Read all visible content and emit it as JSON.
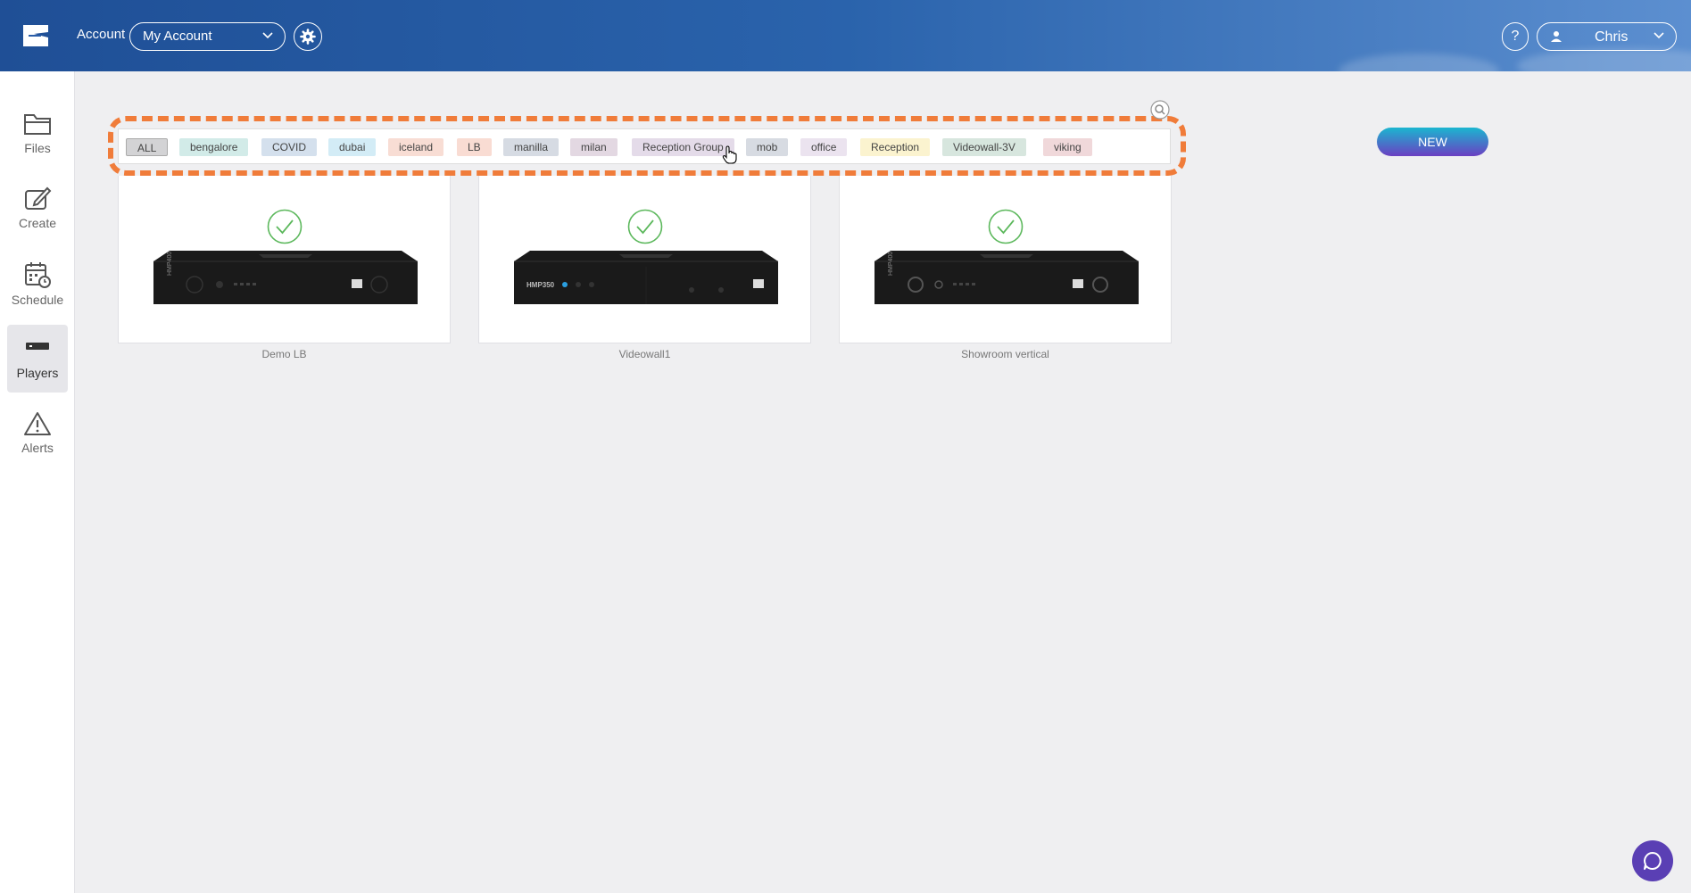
{
  "header": {
    "account_label": "Account",
    "account_value": "My Account",
    "help_label": "?",
    "user_name": "Chris"
  },
  "sidebar": {
    "items": [
      {
        "label": "Files",
        "icon": "folder-icon",
        "active": false
      },
      {
        "label": "Create",
        "icon": "edit-icon",
        "active": false
      },
      {
        "label": "Schedule",
        "icon": "calendar-clock-icon",
        "active": false
      },
      {
        "label": "Players",
        "icon": "player-device-icon",
        "active": true
      },
      {
        "label": "Alerts",
        "icon": "warning-icon",
        "active": false
      }
    ]
  },
  "filters": {
    "tags": [
      {
        "label": "ALL",
        "color": "#d3d3d5"
      },
      {
        "label": "bengalore",
        "color": "#d2ebe8"
      },
      {
        "label": "COVID",
        "color": "#d4e0ed"
      },
      {
        "label": "dubai",
        "color": "#d3ecf6"
      },
      {
        "label": "iceland",
        "color": "#f8ddd4"
      },
      {
        "label": "LB",
        "color": "#f9dcd3"
      },
      {
        "label": "manilla",
        "color": "#d6dbe3"
      },
      {
        "label": "milan",
        "color": "#e3d8e2"
      },
      {
        "label": "Reception Group",
        "color": "#e4dbe9"
      },
      {
        "label": "mob",
        "color": "#d7dbe2"
      },
      {
        "label": "office",
        "color": "#ebe3ef"
      },
      {
        "label": "Reception",
        "color": "#fbf3cf"
      },
      {
        "label": "Videowall-3V",
        "color": "#d7e6de"
      },
      {
        "label": "viking",
        "color": "#f0d8da"
      }
    ]
  },
  "toolbar": {
    "new_label": "NEW"
  },
  "players": [
    {
      "name": "Demo LB",
      "model": "HMP400",
      "status": "online"
    },
    {
      "name": "Videowall1",
      "model": "HMP350",
      "status": "online"
    },
    {
      "name": "Showroom vertical",
      "model": "HMP400",
      "status": "online"
    }
  ]
}
